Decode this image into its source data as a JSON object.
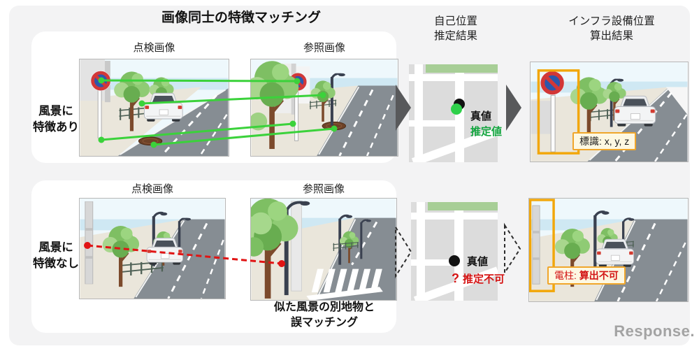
{
  "title": "画像同士の特徴マッチング",
  "column_headers": {
    "self_position": [
      "自己位置",
      "推定結果"
    ],
    "infra_position": [
      "インフラ設備位置",
      "算出結果"
    ]
  },
  "rows": [
    {
      "row_label": [
        "風景に",
        "特徴あり"
      ],
      "inspection_label": "点検画像",
      "reference_label": "参照画像",
      "map": {
        "true_value": "真値",
        "estimate": "推定値"
      },
      "result_box": "標識: x, y, z"
    },
    {
      "row_label": [
        "風景に",
        "特徴なし"
      ],
      "inspection_label": "点検画像",
      "reference_label": "参照画像",
      "mismatch_caption": [
        "似た風景の別地物と",
        "誤マッチング"
      ],
      "map": {
        "true_value": "真値",
        "fail_mark": "?",
        "fail_text": "推定不可"
      },
      "result_box_prefix": "電柱: ",
      "result_box_value": "算出不可"
    }
  ],
  "watermark": "Response.",
  "colors": {
    "match_line_green": "#3bd23b",
    "estimate_text_green": "#13a53f",
    "error_red": "#d81616",
    "highlight_orange": "#f0a62b",
    "flow_arrow_gray": "#58595b",
    "map_block_gray": "#dcdcdc",
    "map_park_green": "#a7ce96"
  }
}
